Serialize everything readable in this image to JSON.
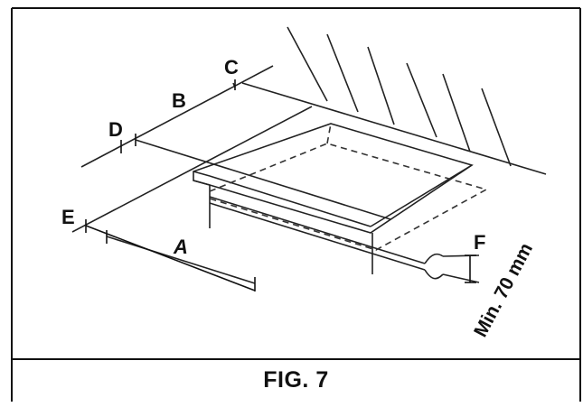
{
  "figure": {
    "caption": "FIG. 7",
    "dimension_labels": {
      "a": "A",
      "b": "B",
      "c": "C",
      "d": "D",
      "e": "E",
      "f": "F"
    },
    "clearance_note": "Min. 70 mm"
  }
}
